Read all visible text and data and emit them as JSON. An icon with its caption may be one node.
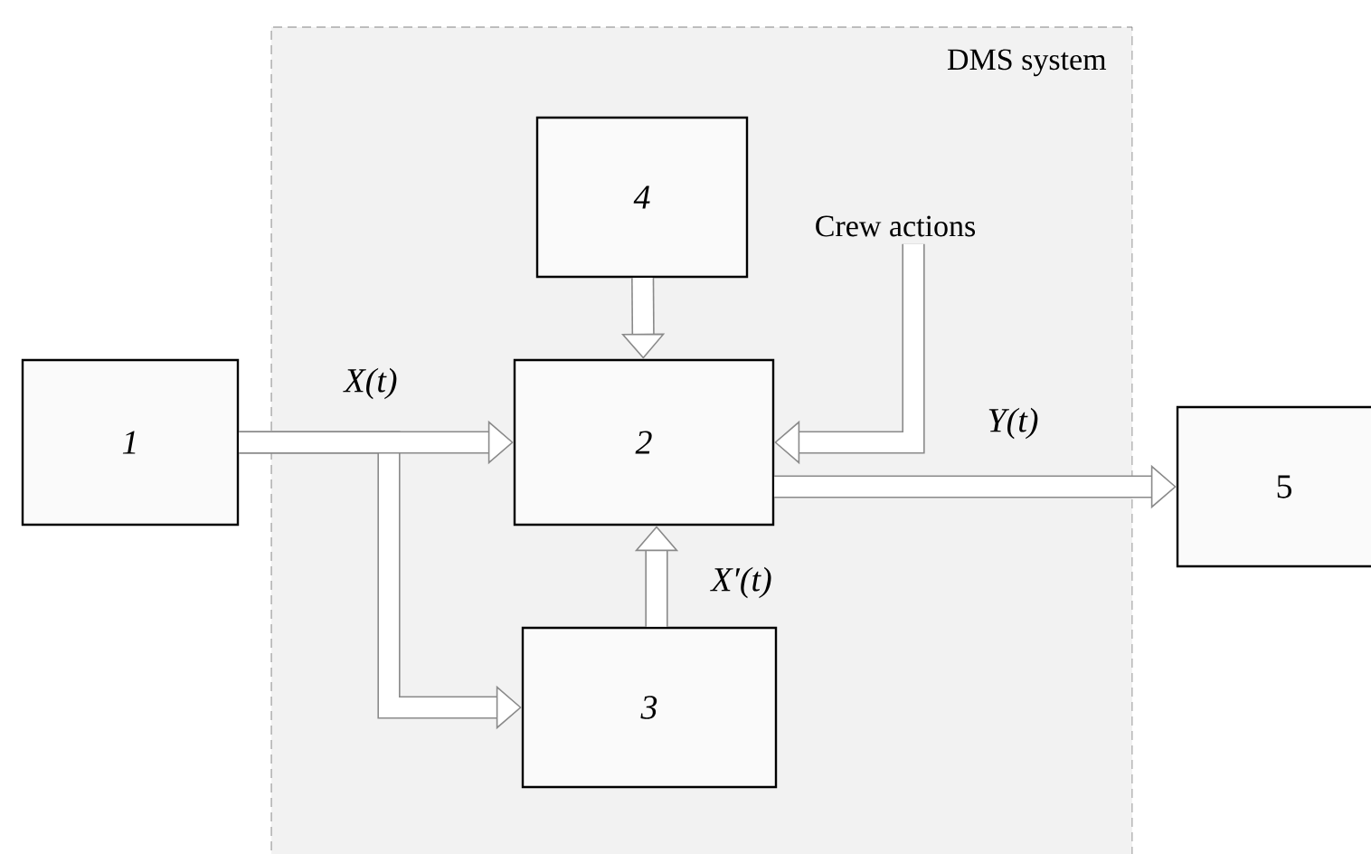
{
  "diagram": {
    "nodes": [
      {
        "text": [
          "DMS system"
        ]
      },
      {
        "text": [
          "4"
        ],
        "in": 0
      },
      {
        "text": [
          "Crew actions"
        ],
        "in": 0
      },
      {
        "text": [
          "1"
        ]
      },
      {
        "text": [
          "2"
        ],
        "in": 0
      },
      {
        "text": [
          "5"
        ]
      },
      {
        "text": [
          "3"
        ],
        "in": 0
      }
    ],
    "edges": [
      {
        "from": 3,
        "to": 4,
        "arrow": "to",
        "label": "X(t)"
      },
      {
        "from": 3,
        "to": 6,
        "arrow": "to"
      },
      {
        "from": 1,
        "to": 4,
        "arrow": "to"
      },
      {
        "from": 2,
        "to": 4,
        "arrow": "to"
      },
      {
        "from": 4,
        "to": 5,
        "arrow": "to",
        "label": "Y(t)"
      },
      {
        "from": 6,
        "to": 4,
        "arrow": "to",
        "label": "X′(t)"
      }
    ]
  }
}
